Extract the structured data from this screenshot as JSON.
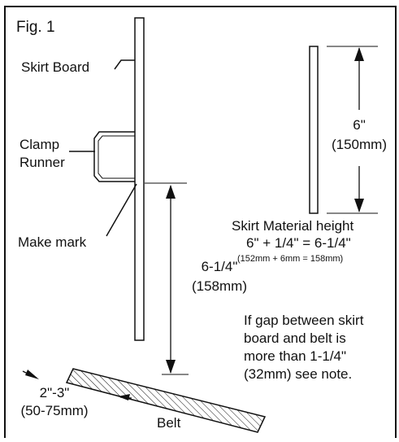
{
  "figure": {
    "title": "Fig. 1",
    "labels": {
      "skirt_board": "Skirt Board",
      "clamp_runner_line1": "Clamp",
      "clamp_runner_line2": "Runner",
      "make_mark": "Make mark",
      "belt": "Belt"
    },
    "dimensions": {
      "mark_to_belt_line1": "6-1/4\"",
      "mark_to_belt_line2": "(158mm)",
      "material_line1": "6\"",
      "material_line2": "(150mm)",
      "overlap_line1": "2\"-3\"",
      "overlap_line2": "(50-75mm)"
    },
    "notes": {
      "material_height_line1": "Skirt Material height",
      "material_height_line2": "6\" + 1/4\" = 6-1/4\"",
      "material_height_line3": "(152mm + 6mm = 158mm)",
      "gap_line1": "If gap between skirt",
      "gap_line2": "board and belt is",
      "gap_line3": "more than 1-1/4\"",
      "gap_line4": "(32mm) see note."
    }
  }
}
